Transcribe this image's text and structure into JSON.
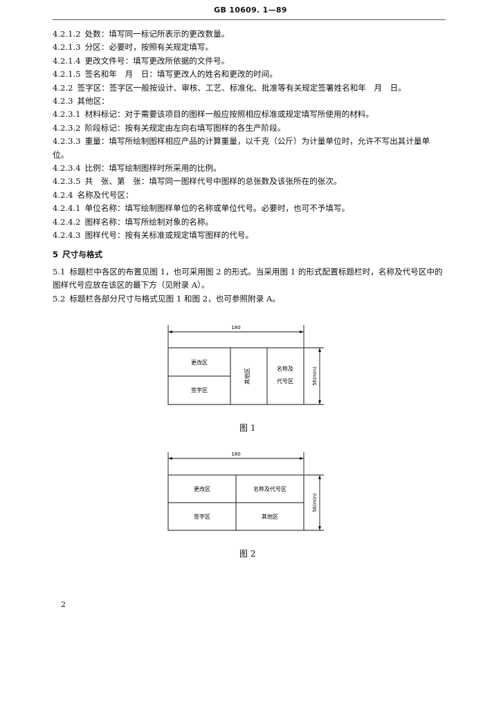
{
  "header": {
    "code": "GB 10609. 1—89"
  },
  "items": [
    {
      "num": "4.2.1.2",
      "text": "处数：填写同一标记所表示的更改数量。"
    },
    {
      "num": "4.2.1.3",
      "text": "分区：必要时，按照有关规定填写。"
    },
    {
      "num": "4.2.1.4",
      "text": "更改文件号：填写更改所依据的文件号。"
    },
    {
      "num": "4.2.1.5",
      "text": "签名和年　月　日：填写更改人的姓名和更改的时间。"
    },
    {
      "num": "4.2.2",
      "text": "签字区：签字区一般按设计、审核、工艺、标准化、批准等有关规定签署姓名和年　月　日。"
    },
    {
      "num": "4.2.3",
      "text": "其他区："
    },
    {
      "num": "4.2.3.1",
      "text": "材料标记：对于需要该项目的图样一般应按照相应标准或规定填写所使用的材料。"
    },
    {
      "num": "4.2.3.2",
      "text": "阶段标记：按有关规定由左向右填写图样的各生产阶段。"
    },
    {
      "num": "4.2.3.3",
      "text": "重量：填写所绘制图样相应产品的计算重量，以千克（公斤）为计量单位时，允许不写出其计量单位。"
    },
    {
      "num": "4.2.3.4",
      "text": "比例：填写绘制图样时所采用的比例。"
    },
    {
      "num": "4.2.3.5",
      "text": "共　张、第　张：填写同一图样代号中图样的总张数及该张所在的张次。"
    },
    {
      "num": "4.2.4",
      "text": "名称及代号区："
    },
    {
      "num": "4.2.4.1",
      "text": "单位名称：填写绘制图样单位的名称或单位代号。必要时，也可不予填写。"
    },
    {
      "num": "4.2.4.2",
      "text": "图样名称：填写所绘制对象的名称。"
    },
    {
      "num": "4.2.4.3",
      "text": "图样代号：按有关标准或规定填写图样的代号。"
    }
  ],
  "section5": {
    "num": "5",
    "title": "尺寸与格式",
    "p1_num": "5.1",
    "p1": "标题栏中各区的布置见图 1，也可采用图 2 的形式。当采用图 1 的形式配置标题栏时，名称及代号区中的图样代号应放在该区的最下方（见附录 A）。",
    "p2_num": "5.2",
    "p2": "标题栏各部分尺寸与格式见图 1 和图 2，也可参照附录 A。"
  },
  "fig1": {
    "caption": "图 1",
    "width_dim": "180",
    "height_dim": "56(min)",
    "cell_change": "更改区",
    "cell_sign": "签字区",
    "cell_other": "其他区",
    "cell_name_l1": "名称及",
    "cell_name_l2": "代号区"
  },
  "fig2": {
    "caption": "图 2",
    "width_dim": "180",
    "height_dim": "56(min)",
    "cell_change": "更改区",
    "cell_name": "名称及代号区",
    "cell_sign": "签字区",
    "cell_other": "其他区"
  },
  "page_number": "2"
}
